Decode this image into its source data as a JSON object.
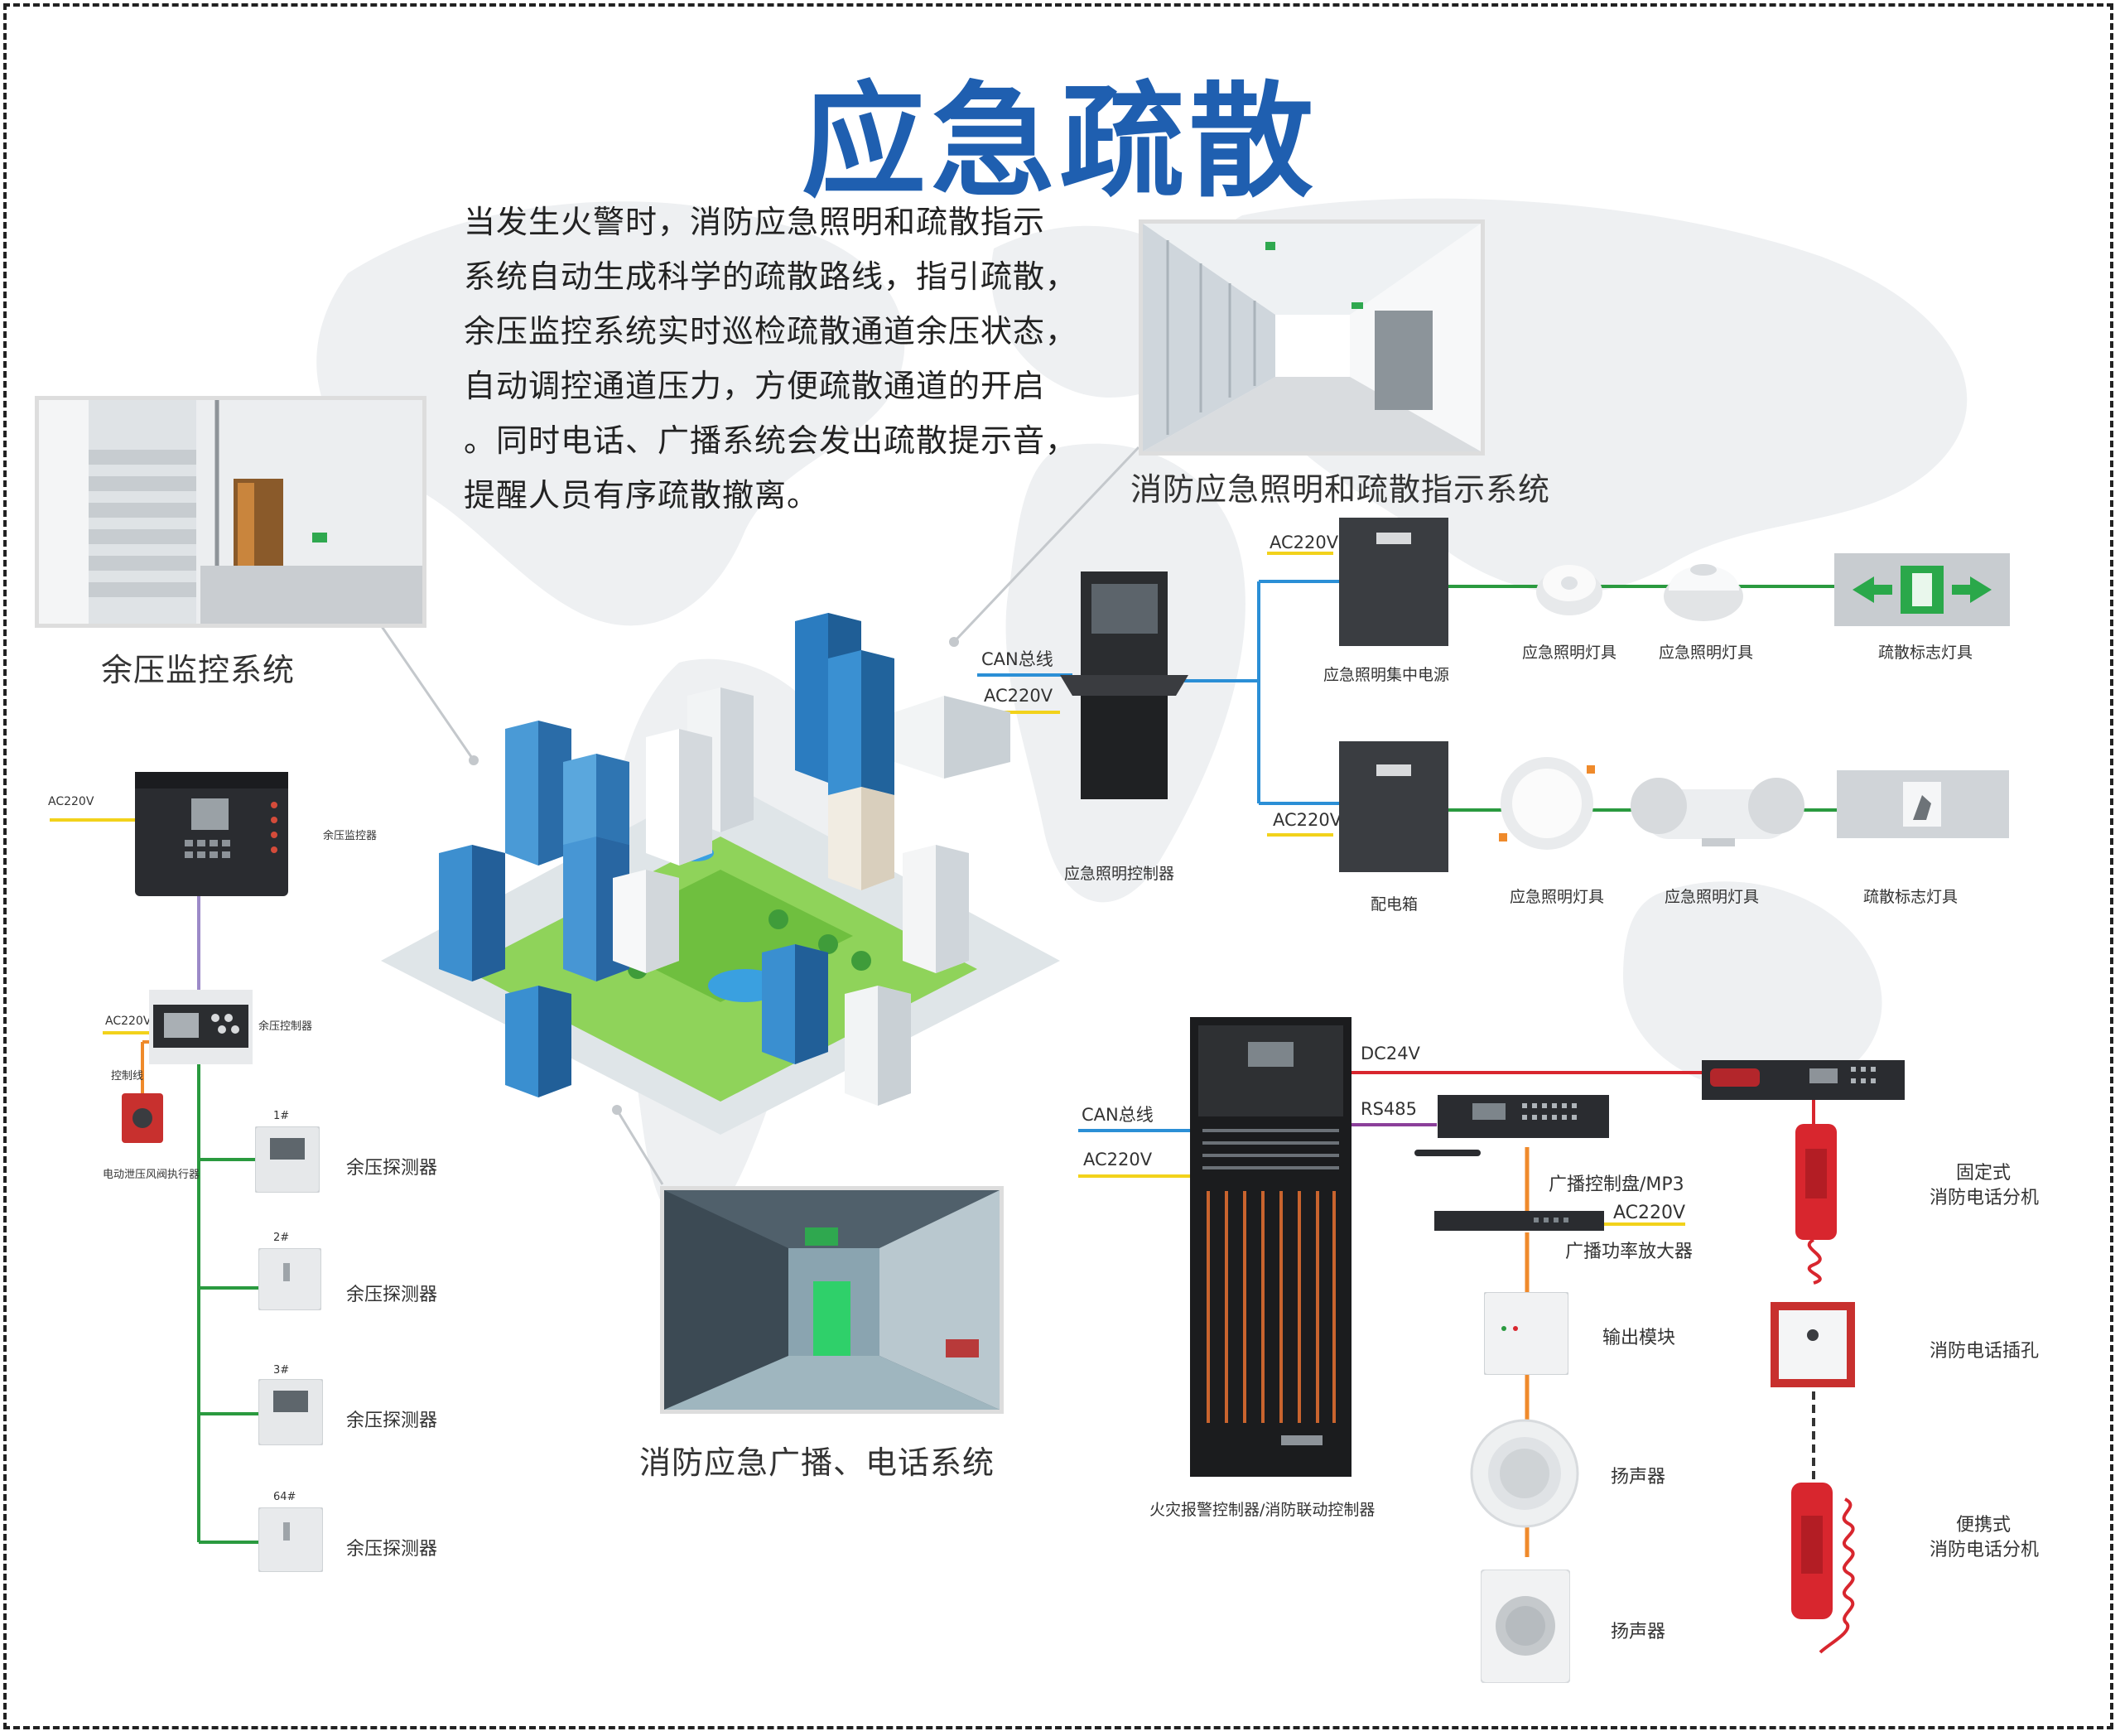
{
  "title": "应急疏散",
  "intro": [
    "当发生火警时，消防应急照明和疏散指示",
    "系统自动生成科学的疏散路线，指引疏散，",
    "余压监控系统实时巡检疏散通道余压状态，",
    "自动调控通道压力，方便疏散通道的开启",
    "。同时电话、广播系统会发出疏散提示音，",
    "提醒人员有序疏散撤离。"
  ],
  "systems": {
    "pressure": "余压监控系统",
    "lighting": "消防应急照明和疏散指示系统",
    "broadcast": "消防应急广播、电话系统"
  },
  "lighting": {
    "can_bus": "CAN总线",
    "ac_main": "AC220V",
    "controller": "应急照明控制器",
    "ac_top": "AC220V",
    "central_power": "应急照明集中电源",
    "lamp1": "应急照明灯具",
    "lamp2": "应急照明灯具",
    "sign1": "疏散标志灯具",
    "ac_bottom": "AC220V",
    "distribution_box": "配电箱",
    "lamp3": "应急照明灯具",
    "lamp4": "应急照明灯具",
    "sign2": "疏散标志灯具"
  },
  "pressure": {
    "ac1": "AC220V",
    "monitor": "余压监控器",
    "ac2": "AC220V",
    "controller": "余压控制器",
    "control_line": "控制线",
    "actuator": "电动泄压风阀执行器",
    "detectors": [
      {
        "num": "1#",
        "label": "余压探测器"
      },
      {
        "num": "2#",
        "label": "余压探测器"
      },
      {
        "num": "3#",
        "label": "余压探测器"
      },
      {
        "num": "64#",
        "label": "余压探测器"
      }
    ]
  },
  "broadcast": {
    "can_bus": "CAN总线",
    "ac": "AC220V",
    "dc24": "DC24V",
    "rs485": "RS485",
    "panel": "广播控制盘/MP3",
    "amp_ac": "AC220V",
    "amplifier": "广播功率放大器",
    "output_module": "输出模块",
    "speaker1": "扬声器",
    "speaker2": "扬声器",
    "main_controller": "火灾报警控制器/消防联动控制器",
    "fixed_phone_1": "固定式",
    "fixed_phone_2": "消防电话分机",
    "phone_jack": "消防电话插孔",
    "portable_phone_1": "便携式",
    "portable_phone_2": "消防电话分机"
  },
  "colors": {
    "title": "#1f5fb0",
    "can": "#2b8fd6",
    "ac": "#f2d21b",
    "green": "#2a9a3f",
    "dc": "#d8262e",
    "rs485": "#8b3f9a",
    "orange": "#ef8a2b",
    "purple": "#9c8ac8"
  }
}
